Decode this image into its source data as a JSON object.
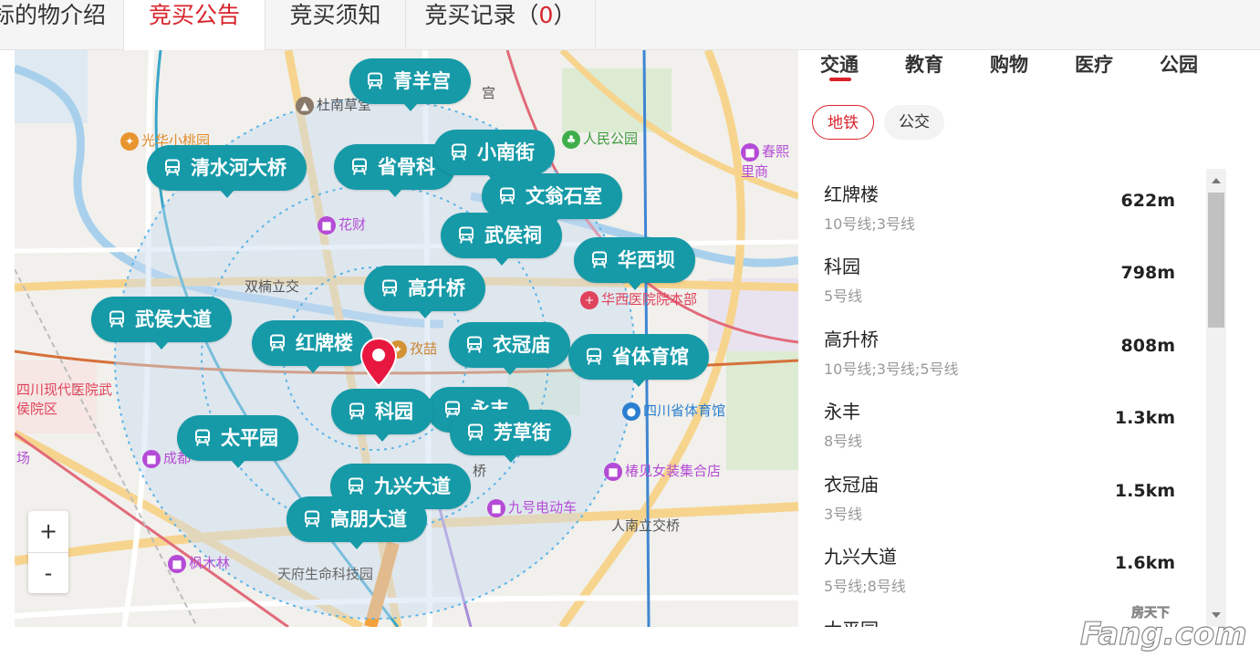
{
  "tabs": [
    {
      "label": "标的物介绍"
    },
    {
      "label": "竞买公告"
    },
    {
      "label": "竞买须知"
    },
    {
      "label": "竞买记录（",
      "count": "0",
      "suffix": "）"
    }
  ],
  "map": {
    "places": [
      {
        "label": "杜南草堂",
        "color": "#555",
        "icon": "building-icon"
      },
      {
        "label": "光华小桃园",
        "color": "#e08a2a",
        "icon": "food-icon"
      },
      {
        "label": "人民公园",
        "color": "#3a9a3a",
        "icon": "park-icon"
      },
      {
        "label": "春熙里商",
        "color": "#b44bd6",
        "icon": "shop-icon"
      },
      {
        "label": "花财",
        "color": "#b44bd6",
        "icon": "shop-icon"
      },
      {
        "label": "双楠立交",
        "color": "#555",
        "icon": ""
      },
      {
        "label": "华西医院院本部",
        "color": "#e0435c",
        "icon": "hospital-icon"
      },
      {
        "label": "孜喆",
        "color": "#c9822a",
        "icon": "food-icon"
      },
      {
        "label": "四川现代医院武侯院区",
        "color": "#e0435c",
        "icon": ""
      },
      {
        "label": "四川省体育馆",
        "color": "#2a7fd0",
        "icon": "gym-icon"
      },
      {
        "label": "成都",
        "color": "#b44bd6",
        "icon": "shop-icon"
      },
      {
        "label": "椿见女装集合店",
        "color": "#b44bd6",
        "icon": "shop-icon"
      },
      {
        "label": "九号电动车",
        "color": "#b44bd6",
        "icon": "shop-icon"
      },
      {
        "label": "人南立交桥",
        "color": "#555",
        "icon": ""
      },
      {
        "label": "枫木林",
        "color": "#b44bd6",
        "icon": "shop-icon"
      },
      {
        "label": "天府生命科技园",
        "color": "#666",
        "icon": ""
      },
      {
        "label": "场",
        "color": "#b44bd6",
        "icon": ""
      },
      {
        "label": "宫",
        "color": "#555",
        "icon": ""
      },
      {
        "label": "桥",
        "color": "#555",
        "icon": ""
      }
    ],
    "stations": [
      "青羊宫",
      "清水河大桥",
      "省骨科",
      "小南街",
      "文翁石室",
      "武侯祠",
      "华西坝",
      "高升桥",
      "武侯大道",
      "红牌楼",
      "衣冠庙",
      "省体育馆",
      "科园",
      "永丰",
      "芳草街",
      "太平园",
      "九兴大道",
      "高朋大道"
    ],
    "zoom": {
      "in": "+",
      "out": "-"
    }
  },
  "panel": {
    "categories": [
      {
        "label": "交通",
        "active": true
      },
      {
        "label": "教育",
        "active": false
      },
      {
        "label": "购物",
        "active": false
      },
      {
        "label": "医疗",
        "active": false
      },
      {
        "label": "公园",
        "active": false
      }
    ],
    "modes": [
      {
        "label": "地铁",
        "active": true
      },
      {
        "label": "公交",
        "active": false
      }
    ],
    "stations": [
      {
        "name": "红牌楼",
        "lines": "10号线;3号线",
        "distance": "622m"
      },
      {
        "name": "科园",
        "lines": "5号线",
        "distance": "798m"
      },
      {
        "name": "高升桥",
        "lines": "10号线;3号线;5号线",
        "distance": "808m"
      },
      {
        "name": "永丰",
        "lines": "8号线",
        "distance": "1.3km"
      },
      {
        "name": "衣冠庙",
        "lines": "3号线",
        "distance": "1.5km"
      },
      {
        "name": "九兴大道",
        "lines": "5号线;8号线",
        "distance": "1.6km"
      },
      {
        "name": "太平园",
        "lines": "",
        "distance": ""
      }
    ]
  },
  "watermark": {
    "top": "房天下",
    "brand": "Fang.com"
  },
  "colors": {
    "accent": "#d8232a",
    "station": "#169aa8"
  }
}
